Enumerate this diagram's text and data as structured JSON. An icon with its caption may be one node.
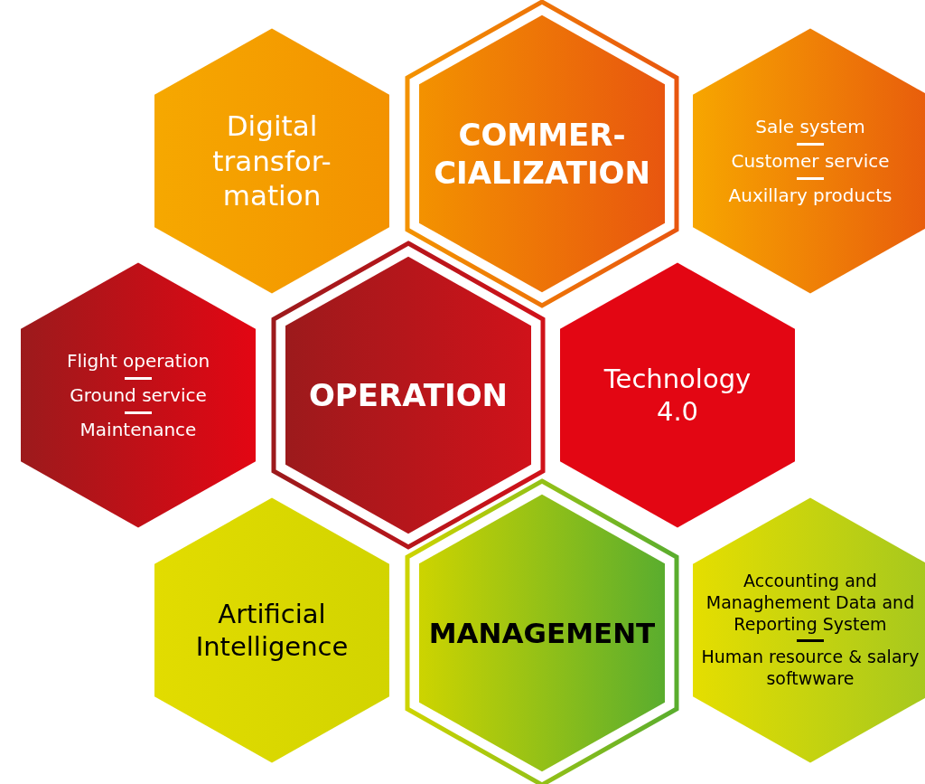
{
  "diagram": {
    "nodes": [
      {
        "text": [
          "Digital transfor-mation"
        ]
      },
      {
        "text": [
          "COMMER-CIALIZATION"
        ]
      },
      {
        "text": [
          "Sale system",
          "Customer service",
          "Auxillary products"
        ]
      },
      {
        "text": [
          "Flight operation",
          "Ground service",
          "Maintenance"
        ]
      },
      {
        "text": [
          "OPERATION"
        ]
      },
      {
        "text": [
          "Technology 4.0"
        ]
      },
      {
        "text": [
          "Artificial Intelligence"
        ]
      },
      {
        "text": [
          "MANAGEMENT"
        ]
      },
      {
        "text": [
          "Accounting and Managhement Data and Reporting System",
          "Human resource & salary softwware"
        ]
      }
    ]
  }
}
